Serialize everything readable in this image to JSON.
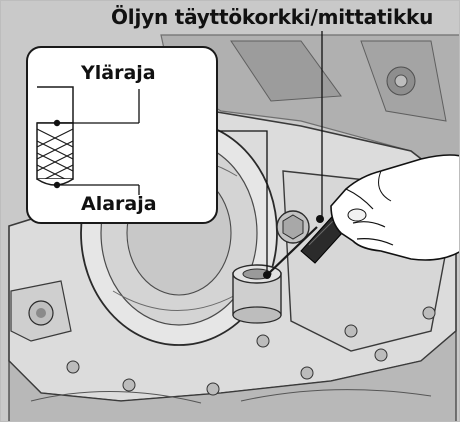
{
  "figure": {
    "callout_main": "Öljyn täyttökorkki/mittatikku",
    "upper_limit_label": "Yläraja",
    "lower_limit_label": "Alaraja"
  },
  "colors": {
    "engine_fill": "#d9d9d9",
    "engine_shadow": "#a6a6a6",
    "outline": "#1a1a1a",
    "dipstick_handle": "#2b2b2b"
  },
  "icons": {
    "engine": "engine-illustration",
    "hand": "hand-illustration",
    "dipstick": "dipstick-illustration",
    "bolt": "bolt-icon"
  }
}
